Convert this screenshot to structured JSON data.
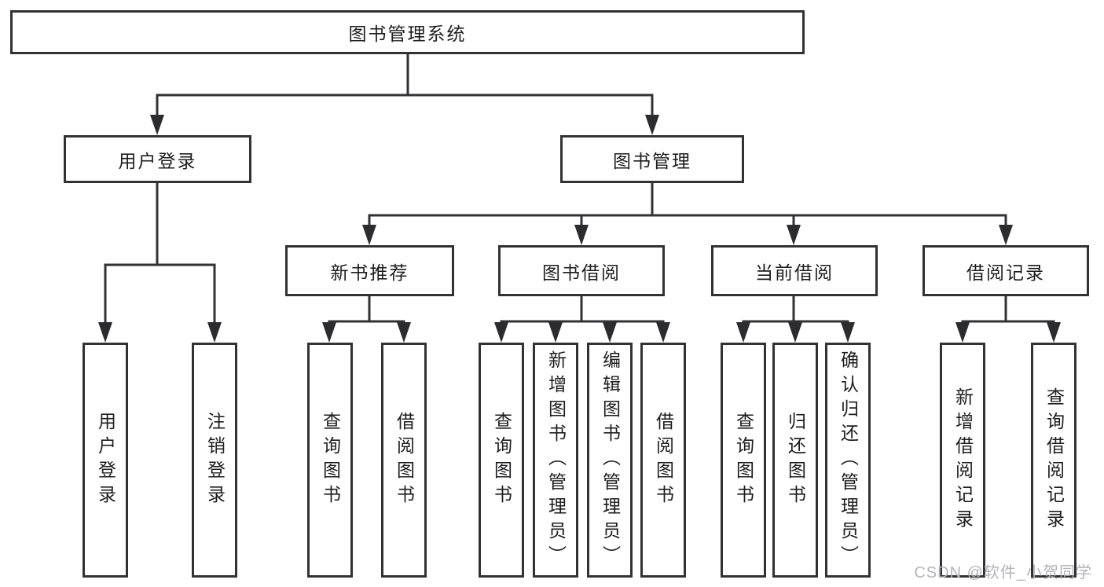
{
  "tree": {
    "label": "图书管理系统",
    "children": [
      {
        "label": "用户登录",
        "children": [
          {
            "label": "用户登录"
          },
          {
            "label": "注销登录"
          }
        ]
      },
      {
        "label": "图书管理",
        "children": [
          {
            "label": "新书推荐",
            "children": [
              {
                "label": "查询图书"
              },
              {
                "label": "借阅图书"
              }
            ]
          },
          {
            "label": "图书借阅",
            "children": [
              {
                "label": "查询图书"
              },
              {
                "label": "新增图书（管理员）"
              },
              {
                "label": "编辑图书（管理员）"
              },
              {
                "label": "借阅图书"
              }
            ]
          },
          {
            "label": "当前借阅",
            "children": [
              {
                "label": "查询图书"
              },
              {
                "label": "归还图书"
              },
              {
                "label": "确认归还（管理员）"
              }
            ]
          },
          {
            "label": "借阅记录",
            "children": [
              {
                "label": "新增借阅记录"
              },
              {
                "label": "查询借阅记录"
              }
            ]
          }
        ]
      }
    ]
  },
  "watermark": {
    "text": "CSDN @软件_小贺同学"
  },
  "colors": {
    "line": "#323234",
    "box_background": "#ffffff",
    "text": "#1d1d1f",
    "watermark": "#b3b3b8"
  }
}
